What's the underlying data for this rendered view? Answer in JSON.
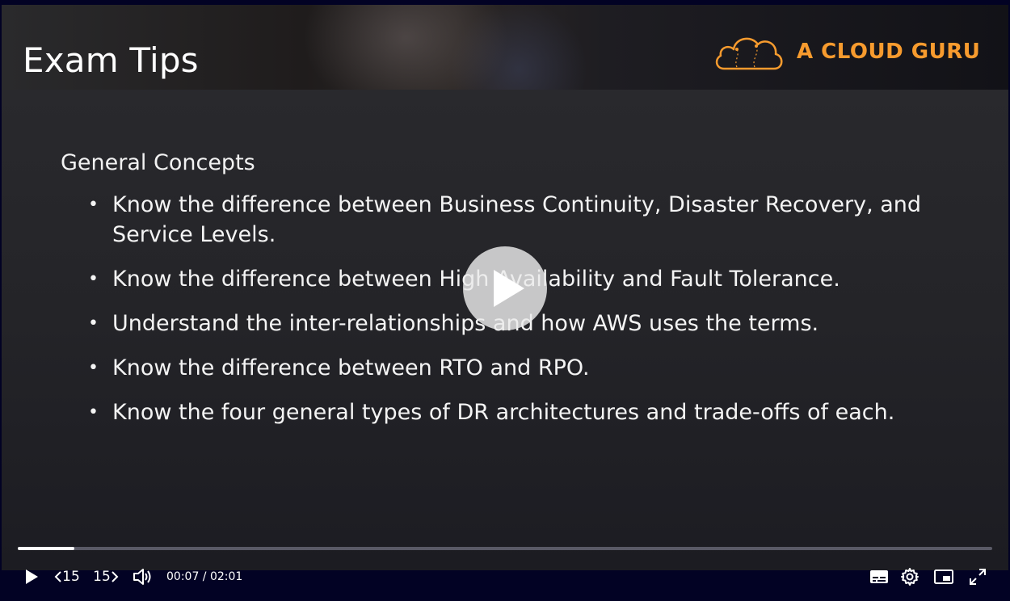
{
  "slide": {
    "title": "Exam Tips",
    "brand": "A CLOUD GURU",
    "section_title": "General Concepts",
    "bullets": [
      "Know the difference between Business Continuity, Disaster Recovery, and Service Levels.",
      "Know the difference between High Availability and Fault Tolerance.",
      "Understand the inter-relationships and how AWS uses the terms.",
      "Know the difference between RTO and RPO.",
      "Know the four general types of DR architectures and trade-offs of each."
    ],
    "bullet_glyph": "•"
  },
  "player": {
    "rewind_label": "15",
    "forward_label": "15",
    "current_time": "00:07",
    "time_separator": " / ",
    "duration": "02:01",
    "progress_fraction": 0.058,
    "icons": {
      "center": "play-icon",
      "play": "play-icon",
      "rewind": "chevron-left-icon",
      "forward": "chevron-right-icon",
      "volume": "volume-icon",
      "captions": "captions-icon",
      "settings": "gear-icon",
      "pip": "picture-in-picture-icon",
      "fullscreen": "fullscreen-icon"
    },
    "colors": {
      "accent": "#f79b2e",
      "progress_fill": "#ffffff",
      "progress_track": "#5a5a66",
      "controls_bg": "#020224"
    }
  }
}
